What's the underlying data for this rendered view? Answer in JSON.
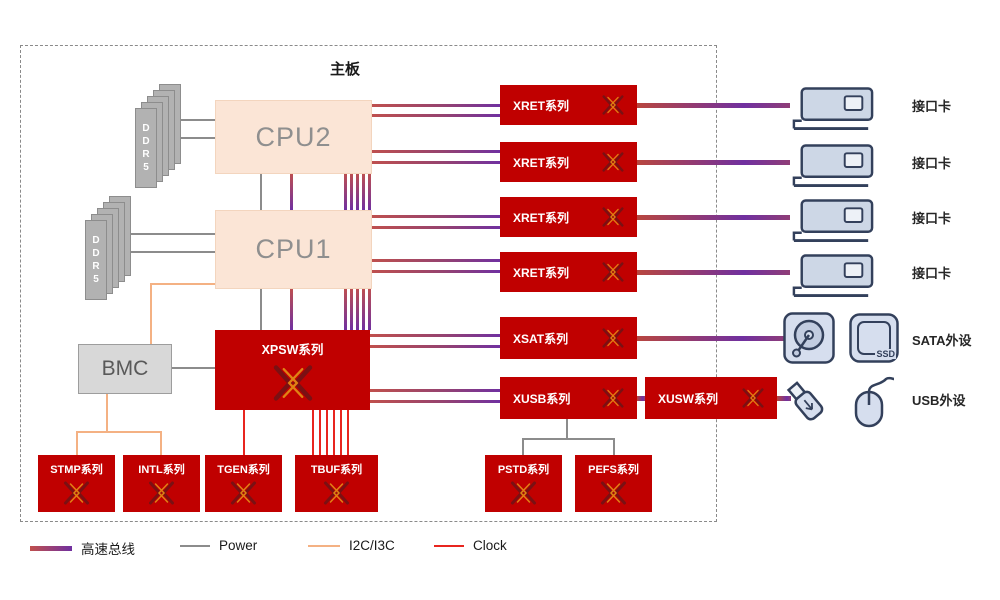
{
  "board_title": "主板",
  "blocks": {
    "cpu2": "CPU2",
    "cpu1": "CPU1",
    "bmc": "BMC",
    "ddr": "DDR5",
    "xpsw": "XPSW系列",
    "xret": "XRET系列",
    "xsat": "XSAT系列",
    "xusb": "XUSB系列",
    "xusw": "XUSW系列",
    "stmp": "STMP系列",
    "intl": "INTL系列",
    "tgen": "TGEN系列",
    "tbuf": "TBUF系列",
    "pstd": "PSTD系列",
    "pefs": "PEFS系列"
  },
  "peripherals": {
    "interface_card": "接口卡",
    "sata": "SATA外设",
    "usb": "USB外设",
    "ssd_badge": "SSD"
  },
  "legend": {
    "bus": "高速总线",
    "power": "Power",
    "i2c": "I2C/I3C",
    "clock": "Clock"
  },
  "colors": {
    "chip_red": "#C00000",
    "bus_red": "#C0504D",
    "bus_purple": "#7030A0",
    "power_gray": "#8C8C8C",
    "i2c_orange": "#F4B183",
    "clock_red": "#E8251F"
  }
}
